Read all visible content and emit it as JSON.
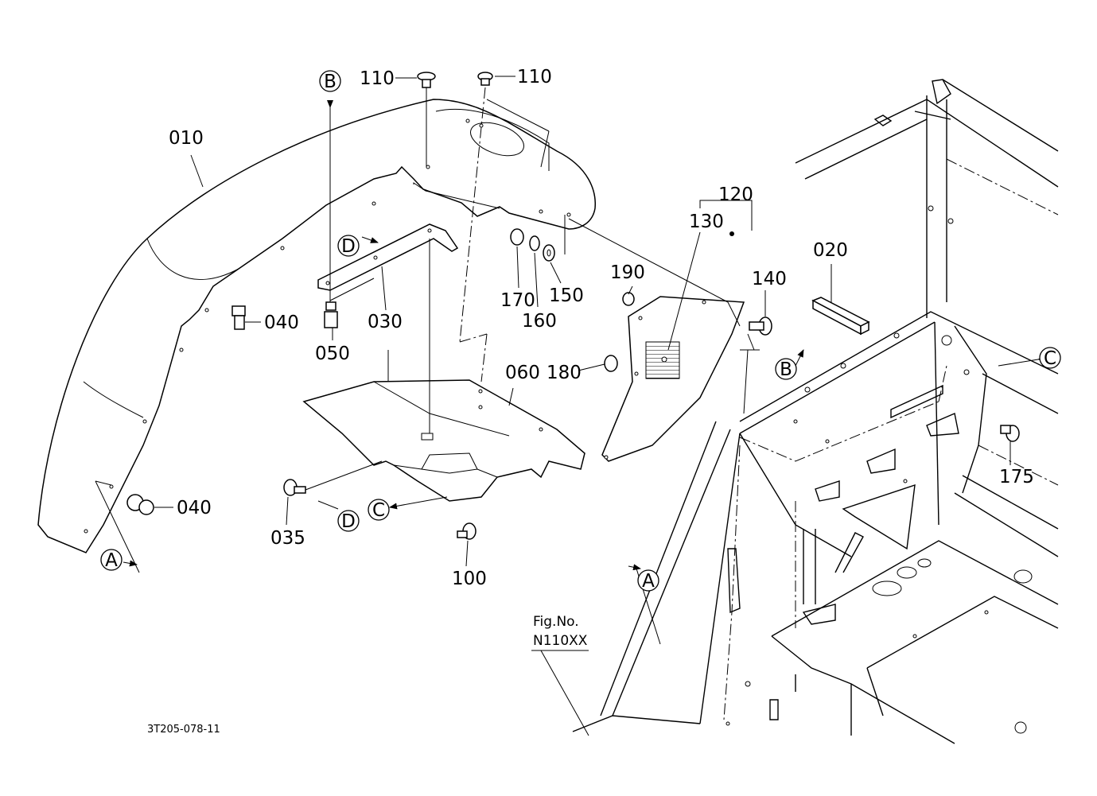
{
  "diagram_id": "3T205-078-11",
  "fig_ref": {
    "line1": "Fig.No.",
    "line2": "N110XX"
  },
  "part_numbers": {
    "p010": "010",
    "p020": "020",
    "p030": "030",
    "p035": "035",
    "p040a": "040",
    "p040b": "040",
    "p050": "050",
    "p060": "060",
    "p100": "100",
    "p110a": "110",
    "p110b": "110",
    "p120": "120",
    "p130": "130",
    "p140": "140",
    "p150": "150",
    "p160": "160",
    "p170": "170",
    "p175": "175",
    "p180": "180",
    "p190": "190"
  },
  "reference_markers": {
    "a1": "A",
    "a2": "A",
    "b1": "B",
    "b2": "B",
    "c1": "C",
    "c2": "C",
    "d1": "D",
    "d2": "D"
  }
}
